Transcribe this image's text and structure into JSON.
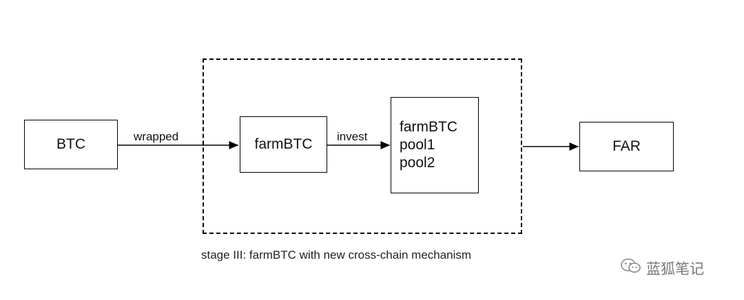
{
  "nodes": {
    "btc": "BTC",
    "farmbtc": "farmBTC",
    "pools": [
      "farmBTC",
      "pool1",
      "pool2"
    ],
    "far": "FAR"
  },
  "edges": {
    "wrapped": "wrapped",
    "invest": "invest"
  },
  "caption": "stage III: farmBTC with new cross-chain mechanism",
  "watermark": {
    "text": "蓝狐笔记",
    "icon": "wechat-icon"
  }
}
